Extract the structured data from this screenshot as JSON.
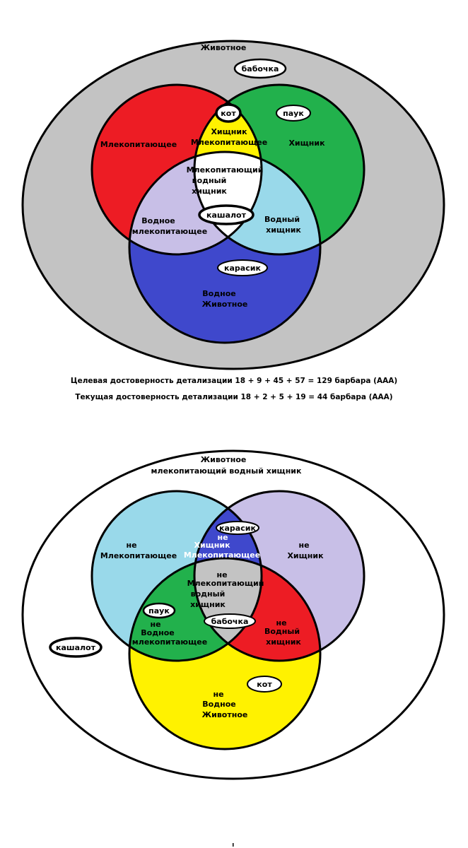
{
  "top": {
    "universe": "Животное",
    "colors": {
      "universe": "#c3c3c3",
      "mammal": "#ed1c24",
      "predator": "#22b14c",
      "aquatic": "#3f48cc",
      "mammal_predator": "#fff200",
      "mammal_aquatic": "#c8bfe7",
      "predator_aquatic": "#99d9ea",
      "all": "#ffffff"
    },
    "regions": {
      "mammal": "Млекопитающее",
      "predator": "Хищник",
      "aquatic_line1": "Водное",
      "aquatic_line2": "Животное",
      "mammal_predator_line1": "Хищник",
      "mammal_predator_line2": "Млекопитающее",
      "mammal_aquatic_line1": "Водное",
      "mammal_aquatic_line2": "млекопитающее",
      "predator_aquatic_line1": "Водный",
      "predator_aquatic_line2": "хищник",
      "all_line1": "Млекопитающий",
      "all_line2": "водный",
      "all_line3": "хищник"
    },
    "items": {
      "butterfly": "бабочка",
      "cat": "кот",
      "spider": "паук",
      "whale": "кашалот",
      "carp": "карасик"
    }
  },
  "captions": {
    "target": "Целевая достоверность детализации 18 + 9 + 45 + 57 = 129 барбара (ААА)",
    "current": "Текущая достоверность детализации 18 + 2 + 5 + 19 = 44 барбара (ААА)"
  },
  "bottom": {
    "universe_line1": "Животное",
    "universe_line2": "млекопитающий водный хищник",
    "colors": {
      "universe": "#ffffff",
      "not_mammal": "#99d9ea",
      "not_predator": "#c8bfe7",
      "not_aquatic": "#fff200",
      "nm_np": "#3f48cc",
      "nm_na": "#22b14c",
      "np_na": "#ed1c24",
      "all": "#c3c3c3"
    },
    "regions": {
      "not_mammal_line1": "не",
      "not_mammal_line2": "Млекопитающее",
      "not_predator_line1": "не",
      "not_predator_line2": "Хищник",
      "not_aquatic_line1": "не",
      "not_aquatic_line2": "Водное",
      "not_aquatic_line3": "Животное",
      "nm_np_line1": "не",
      "nm_np_line2": "Хищник",
      "nm_np_line3": "Млекопитающее",
      "nm_na_line1": "не",
      "nm_na_line2": "Водное",
      "nm_na_line3": "млекопитающее",
      "np_na_line1": "не",
      "np_na_line2": "Водный",
      "np_na_line3": "хищник",
      "all_line1": "не",
      "all_line2": "Млекопитающий",
      "all_line3": "водный",
      "all_line4": "хищник"
    },
    "items": {
      "carp": "карасик",
      "spider": "паук",
      "butterfly": "бабочка",
      "cat": "кот",
      "whale": "кашалот"
    }
  }
}
